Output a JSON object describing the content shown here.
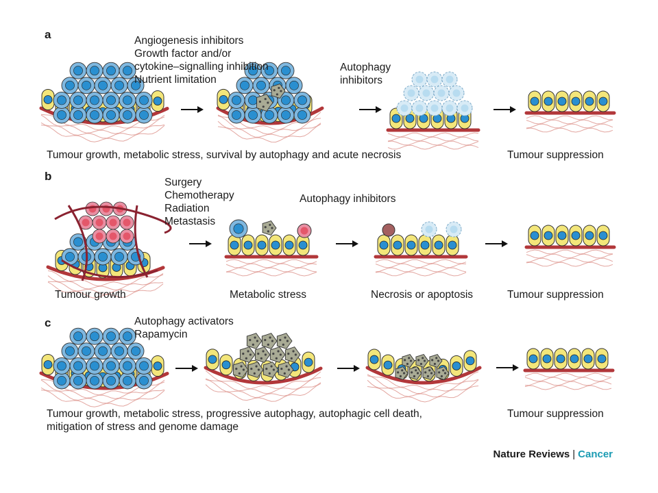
{
  "panels": [
    {
      "label": "a",
      "treatments": [
        "Angiogenesis inhibitors",
        "Growth factor and/or",
        "cytokine–signalling inhibition",
        "Nutrient limitation"
      ],
      "inhibitors": [
        "Autophagy",
        "inhibitors"
      ],
      "caption": "Tumour growth, metabolic stress, survival by autophagy and acute necrosis",
      "result": "Tumour suppression"
    },
    {
      "label": "b",
      "treatments": [
        "Surgery",
        "Chemotherapy",
        "Radiation",
        "Metastasis"
      ],
      "inhibitors": "Autophagy inhibitors",
      "captions": [
        "Tumour growth",
        "Metabolic stress",
        "Necrosis or apoptosis"
      ],
      "result": "Tumour suppression"
    },
    {
      "label": "c",
      "treatments": [
        "Autophagy activators",
        "Rapamycin"
      ],
      "caption": [
        "Tumour growth, metabolic stress, progressive autophagy, autophagic cell death,",
        "mitigation of stress and genome damage"
      ],
      "result": "Tumour suppression"
    }
  ],
  "footer": {
    "journal": "Nature Reviews",
    "separator": "|",
    "section": "Cancer"
  },
  "colors": {
    "tumour_cell": "#7fb8e0",
    "tumour_nucleus": "#2a8fd0",
    "epithelial_cell": "#f3e67a",
    "stroma_line": "#b2373a",
    "stroma_fibres": "#e3a6a0",
    "necrotic_cell": "#a9ab95",
    "hypoxic_cell": "#e4576a",
    "brand_accent": "#1a9bb3"
  }
}
